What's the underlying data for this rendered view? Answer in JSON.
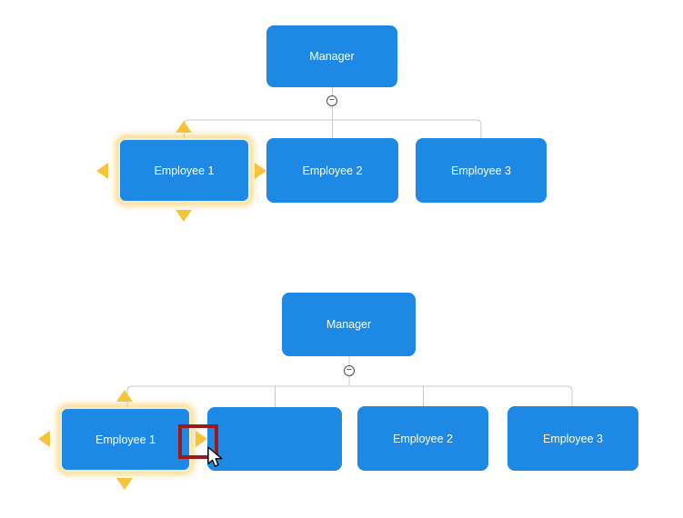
{
  "colors": {
    "node_fill": "#1E88E5",
    "node_text": "#FFFFFF",
    "connector": "#C8C8C8",
    "arrow": "#F7C437",
    "selection_border": "#FBEABA",
    "highlight_outline": "#9E1A1A"
  },
  "collapse_glyph": "−",
  "diagrams": [
    {
      "id": "org-chart-before",
      "nodes": [
        {
          "label": "Manager",
          "selected": false
        },
        {
          "label": "Employee 1",
          "selected": true
        },
        {
          "label": "Employee 2",
          "selected": false
        },
        {
          "label": "Employee 3",
          "selected": false
        }
      ]
    },
    {
      "id": "org-chart-after",
      "nodes": [
        {
          "label": "Manager",
          "selected": false
        },
        {
          "label": "Employee 1",
          "selected": true
        },
        {
          "label": "",
          "selected": false
        },
        {
          "label": "Employee 2",
          "selected": false
        },
        {
          "label": "Employee 3",
          "selected": false
        }
      ]
    }
  ]
}
